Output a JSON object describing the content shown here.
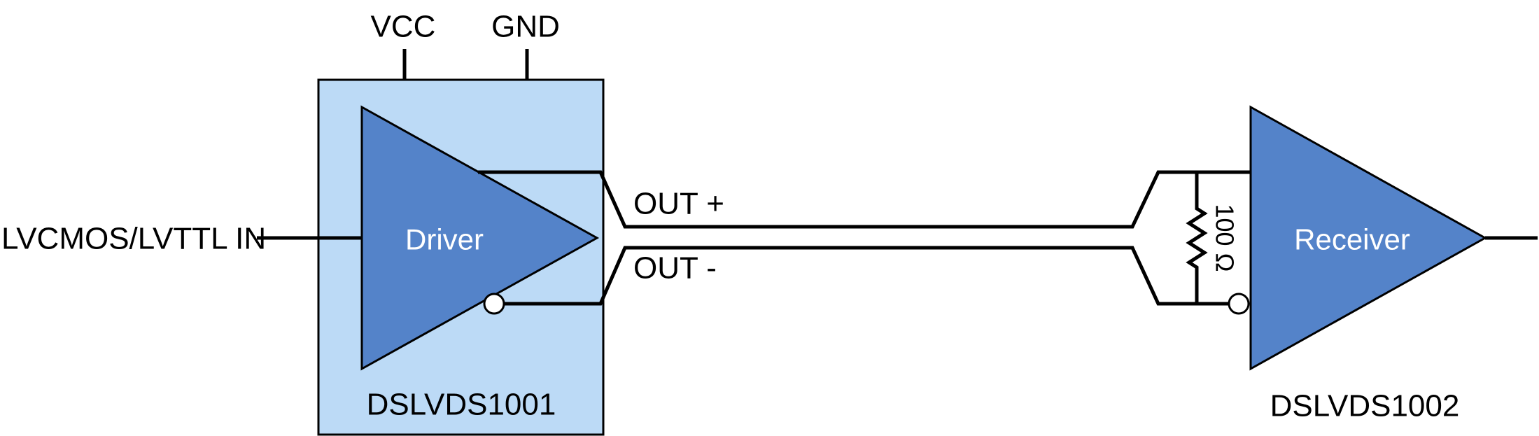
{
  "colors": {
    "page-bg": "#FFFFFF",
    "line": "#000000",
    "block-fill": "#BCDAF6",
    "gate-fill": "#5483C9",
    "bubble-fill": "#FFFFFF",
    "label-color": "#000000",
    "gate-label-color": "#FFFFFF"
  },
  "driver": {
    "part_number": "DSLVDS1001",
    "gate_label": "Driver",
    "vcc_label": "VCC",
    "gnd_label": "GND",
    "input_label": "LVCMOS/LVTTL IN",
    "out_plus_label": "OUT +",
    "out_minus_label": "OUT -"
  },
  "receiver": {
    "part_number": "DSLVDS1002",
    "gate_label": "Receiver",
    "termination_label": "100 Ω"
  }
}
